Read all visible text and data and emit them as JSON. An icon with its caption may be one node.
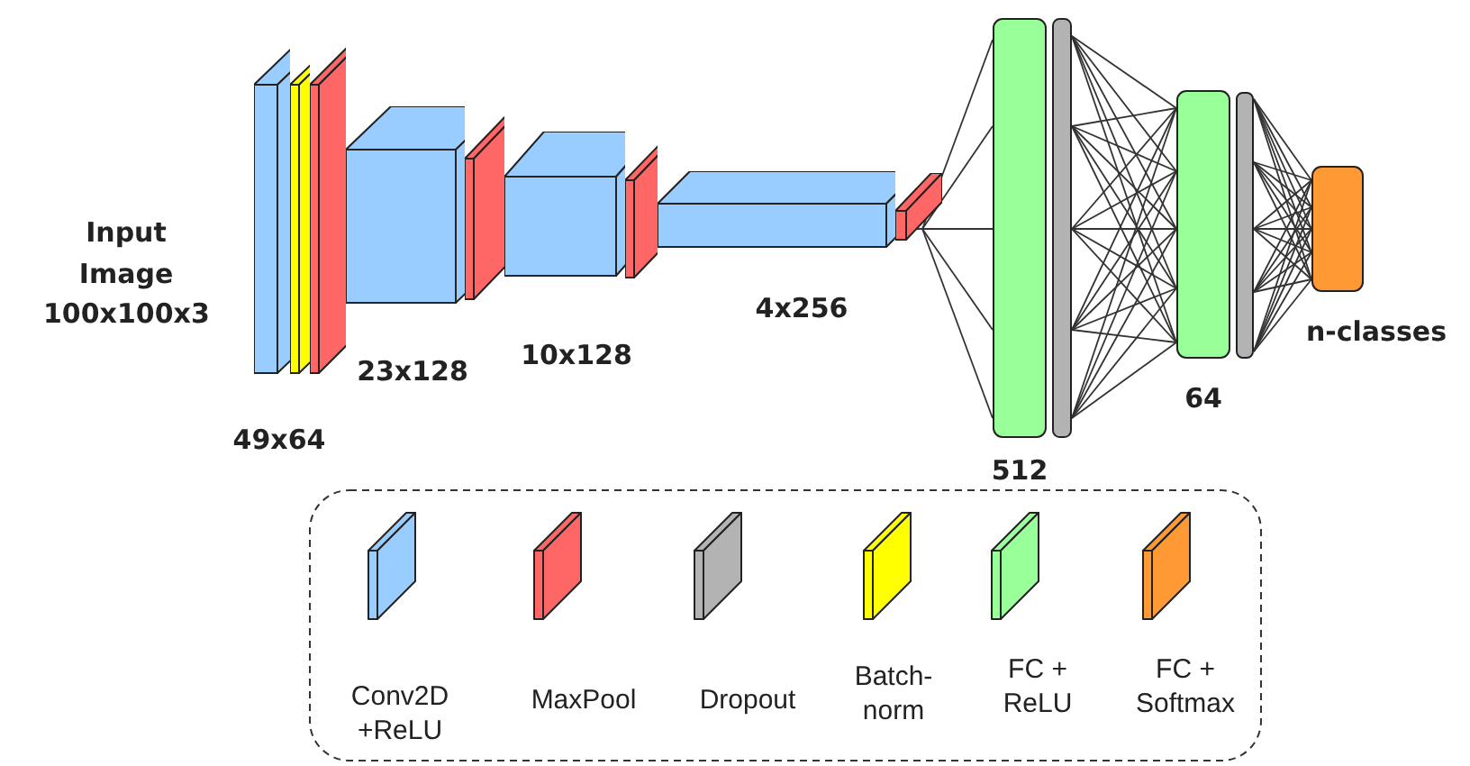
{
  "diagram": {
    "nodes": [
      {
        "text": [],
        "shape": "box"
      },
      {
        "text": [],
        "shape": "box"
      },
      {
        "text": [],
        "shape": "box"
      },
      {
        "text": [],
        "shape": "box"
      },
      {
        "text": [],
        "shape": "box"
      },
      {
        "text": [],
        "shape": "box"
      },
      {
        "text": [],
        "shape": "box"
      },
      {
        "text": [],
        "shape": "box"
      },
      {
        "text": [],
        "shape": "box"
      },
      {
        "text": [],
        "shape": "box"
      },
      {
        "text": [],
        "shape": "box"
      },
      {
        "text": [],
        "shape": "box"
      },
      {
        "text": [],
        "shape": "box"
      },
      {
        "text": [],
        "shape": "box"
      }
    ],
    "edges": [
      {
        "from": 8,
        "to": 9,
        "arrow": "none"
      },
      {
        "from": 10,
        "to": 11,
        "arrow": "none"
      },
      {
        "from": 12,
        "to": 13,
        "arrow": "none"
      }
    ],
    "labels": [
      "Input Image 100x100x3",
      "49x64",
      "23x128",
      "10x128",
      "4x256",
      "512",
      "64",
      "n-classes"
    ],
    "legend": [
      {
        "text": "Conv2D +ReLU",
        "color": "#99ccff"
      },
      {
        "text": "MaxPool",
        "color": "#ff6666"
      },
      {
        "text": "Dropout",
        "color": "#b3b3b3"
      },
      {
        "text": "Batch-norm",
        "color": "#ffff00"
      },
      {
        "text": "FC + ReLU",
        "color": "#99ff99"
      },
      {
        "text": "FC + Softmax",
        "color": "#ff9933"
      }
    ]
  }
}
